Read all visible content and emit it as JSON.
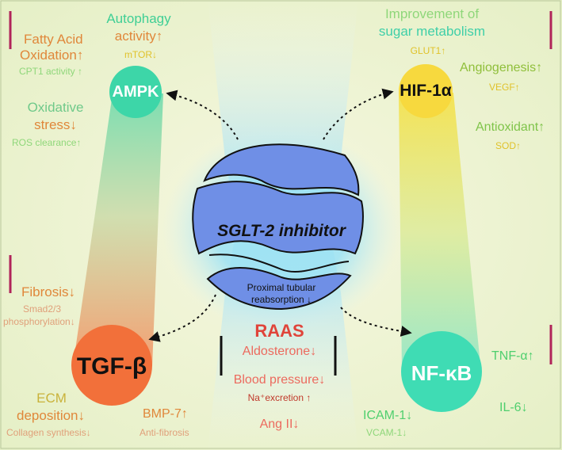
{
  "center": {
    "title": "SGLT-2 inhibitor",
    "note_line1": "Proximal tubular",
    "note_line2": "reabsorption ↓"
  },
  "nodes": {
    "ampk": "AMPK",
    "hif": "HIF-1α",
    "tgf": "TGF-β",
    "nfkb": "NF-κB"
  },
  "ampk_effects": {
    "autophagy_1": "Autophagy",
    "autophagy_2": "activity↑",
    "mtor": "mTOR↓",
    "fa_1": "Fatty Acid",
    "fa_2": "Oxidation↑",
    "cpt1": "CPT1 activity ↑",
    "ox_1": "Oxidative",
    "ox_2": "stress↓",
    "ros": "ROS clearance↑"
  },
  "hif_effects": {
    "sugar_1": "Improvement of",
    "sugar_2": "sugar metabolism",
    "glut1": "GLUT1↑",
    "angio": "Angiogenesis↑",
    "vegf": "VEGF↑",
    "antiox": "Antioxidant↑",
    "sod": "SOD↑"
  },
  "tgf_effects": {
    "fibrosis": "Fibrosis↓",
    "smad_1": "Smad2/3",
    "smad_2": "phosphorylation↓",
    "ecm_1": "ECM",
    "ecm_2": "deposition↓",
    "collagen": "Collagen synthesis↓",
    "bmp7": "BMP-7↑",
    "antifib": "Anti-fibrosis"
  },
  "nfkb_effects": {
    "tnf": "TNF-α↑",
    "il6": "IL-6↓",
    "icam": "ICAM-1↓",
    "vcam": "VCAM-1↓"
  },
  "raas": {
    "title": "RAAS",
    "aldosterone": "Aldosterone↓",
    "bp": "Blood pressure↓",
    "na": "Na⁺excretion ↑",
    "ang": "Ang II↓"
  },
  "colors": {
    "ampk": "#3dd6a8",
    "hif": "#f7d93e",
    "tgf": "#f2703a",
    "nfkb": "#3fdcb4",
    "sphere": "#6f8fe6",
    "raas_red": "#e0443a",
    "soft_red": "#ec6a5e",
    "orange_text": "#e0873a",
    "green_text": "#4fcf6e",
    "yellow_text": "#e0c22a",
    "teal_text": "#3fcfa8",
    "magenta_bar": "#b0245a"
  }
}
